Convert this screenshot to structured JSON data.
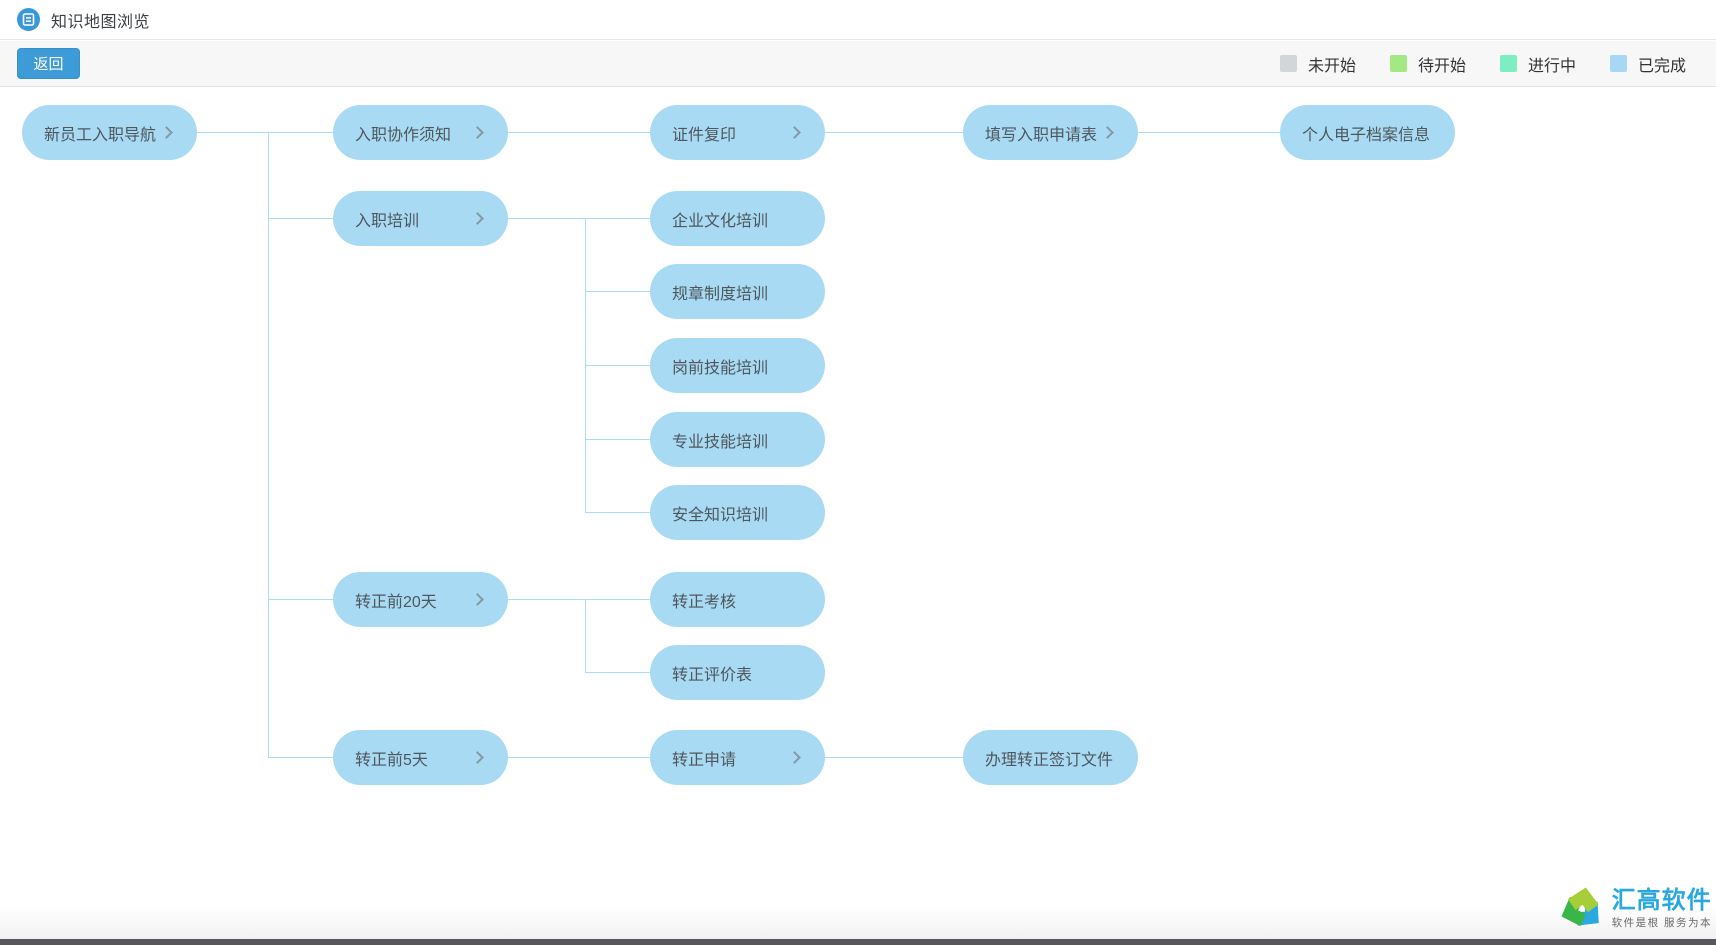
{
  "header": {
    "title": "知识地图浏览",
    "icon": "knowledge-map-icon"
  },
  "toolbar": {
    "back_button": "返回",
    "legend": [
      {
        "label": "未开始",
        "color": "#d2d6d9"
      },
      {
        "label": "待开始",
        "color": "#a3e883"
      },
      {
        "label": "进行中",
        "color": "#7deec1"
      },
      {
        "label": "已完成",
        "color": "#a6d7f3"
      }
    ]
  },
  "map": {
    "node_fill": "#a8daf3",
    "connector_color": "#a9ddf5",
    "nodes": [
      {
        "label": "新员工入职导航",
        "expandable": true,
        "status": "已完成"
      },
      {
        "label": "入职协作须知",
        "expandable": true,
        "status": "已完成"
      },
      {
        "label": "证件复印",
        "expandable": true,
        "status": "已完成"
      },
      {
        "label": "填写入职申请表",
        "expandable": true,
        "status": "已完成"
      },
      {
        "label": "个人电子档案信息",
        "expandable": false,
        "status": "已完成"
      },
      {
        "label": "入职培训",
        "expandable": true,
        "status": "已完成"
      },
      {
        "label": "企业文化培训",
        "expandable": false,
        "status": "已完成"
      },
      {
        "label": "规章制度培训",
        "expandable": false,
        "status": "已完成"
      },
      {
        "label": "岗前技能培训",
        "expandable": false,
        "status": "已完成"
      },
      {
        "label": "专业技能培训",
        "expandable": false,
        "status": "已完成"
      },
      {
        "label": "安全知识培训",
        "expandable": false,
        "status": "已完成"
      },
      {
        "label": "转正前20天",
        "expandable": true,
        "status": "已完成"
      },
      {
        "label": "转正考核",
        "expandable": false,
        "status": "已完成"
      },
      {
        "label": "转正评价表",
        "expandable": false,
        "status": "已完成"
      },
      {
        "label": "转正前5天",
        "expandable": true,
        "status": "已完成"
      },
      {
        "label": "转正申请",
        "expandable": true,
        "status": "已完成"
      },
      {
        "label": "办理转正签订文件",
        "expandable": false,
        "status": "已完成"
      }
    ]
  },
  "footer": {
    "brand": "汇高软件",
    "tagline": "软件是根  服务为本"
  }
}
